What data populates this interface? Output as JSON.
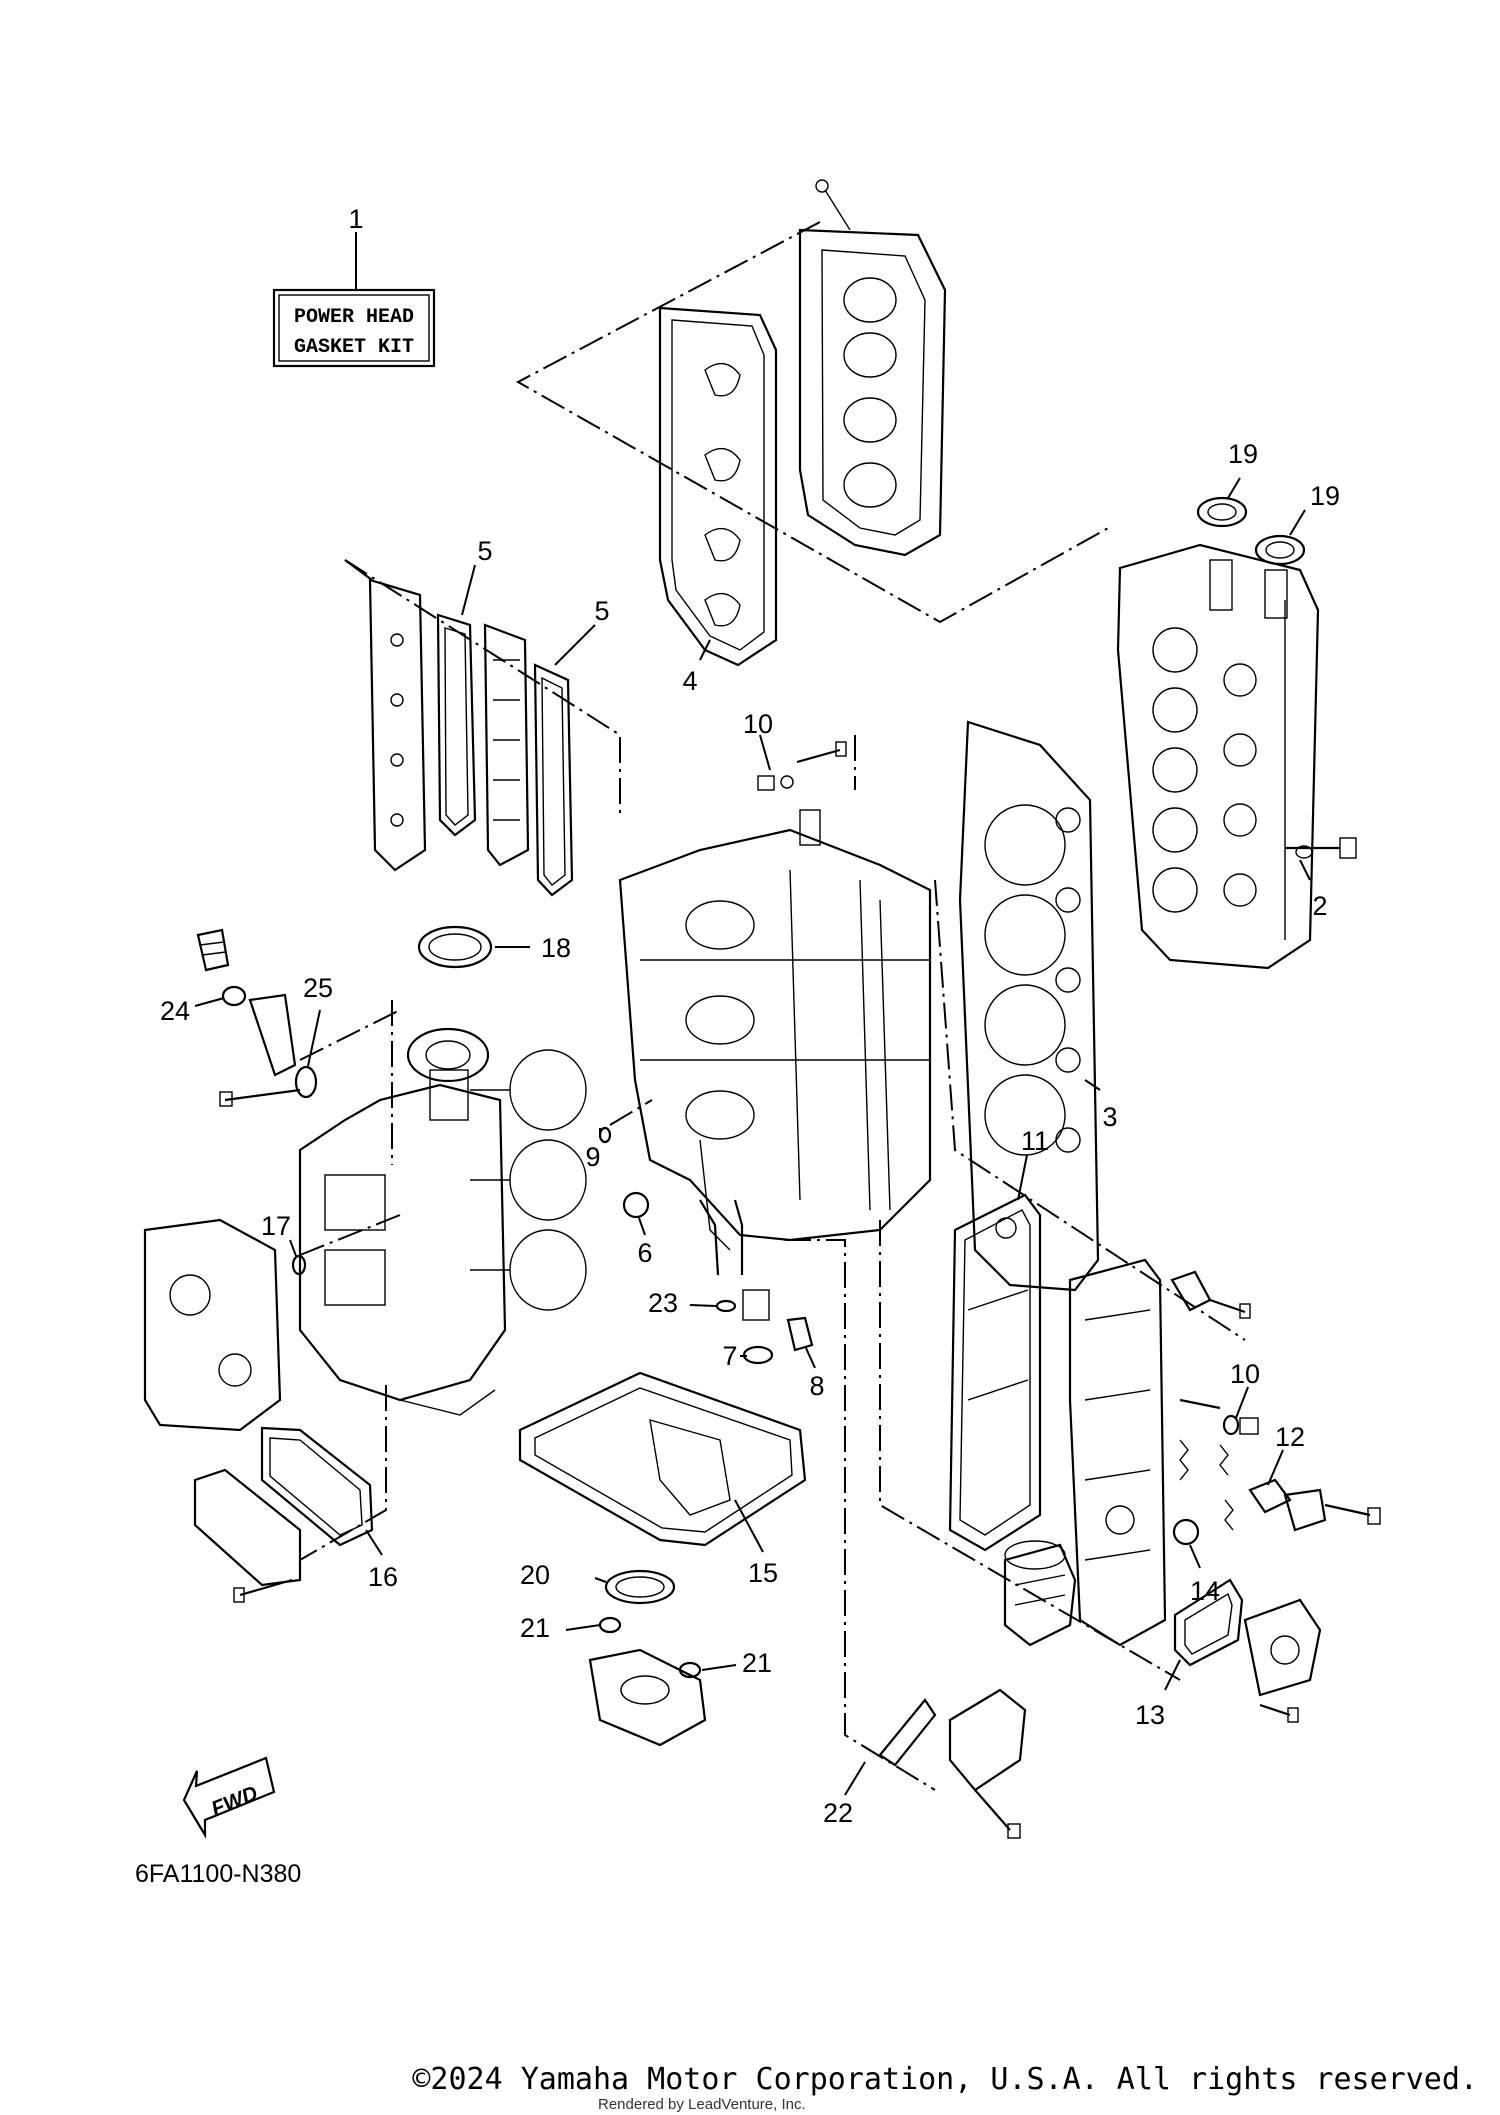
{
  "kit_box": {
    "line1": "POWER HEAD",
    "line2": "GASKET KIT"
  },
  "callouts": {
    "c1": "1",
    "c2": "2",
    "c3": "3",
    "c4": "4",
    "c5a": "5",
    "c5b": "5",
    "c6": "6",
    "c7": "7",
    "c8": "8",
    "c9": "9",
    "c10a": "10",
    "c10b": "10",
    "c11": "11",
    "c12": "12",
    "c13": "13",
    "c14": "14",
    "c15": "15",
    "c16": "16",
    "c17": "17",
    "c18": "18",
    "c19a": "19",
    "c19b": "19",
    "c20": "20",
    "c21a": "21",
    "c21b": "21",
    "c22": "22",
    "c23": "23",
    "c24": "24",
    "c25": "25"
  },
  "fwd_label": "FWD",
  "diagram_code": "6FA1100-N380",
  "footer": {
    "copyright": "©2024 Yamaha Motor Corporation, U.S.A. All rights reserved.",
    "rendered_by": "Rendered by LeadVenture, Inc."
  }
}
